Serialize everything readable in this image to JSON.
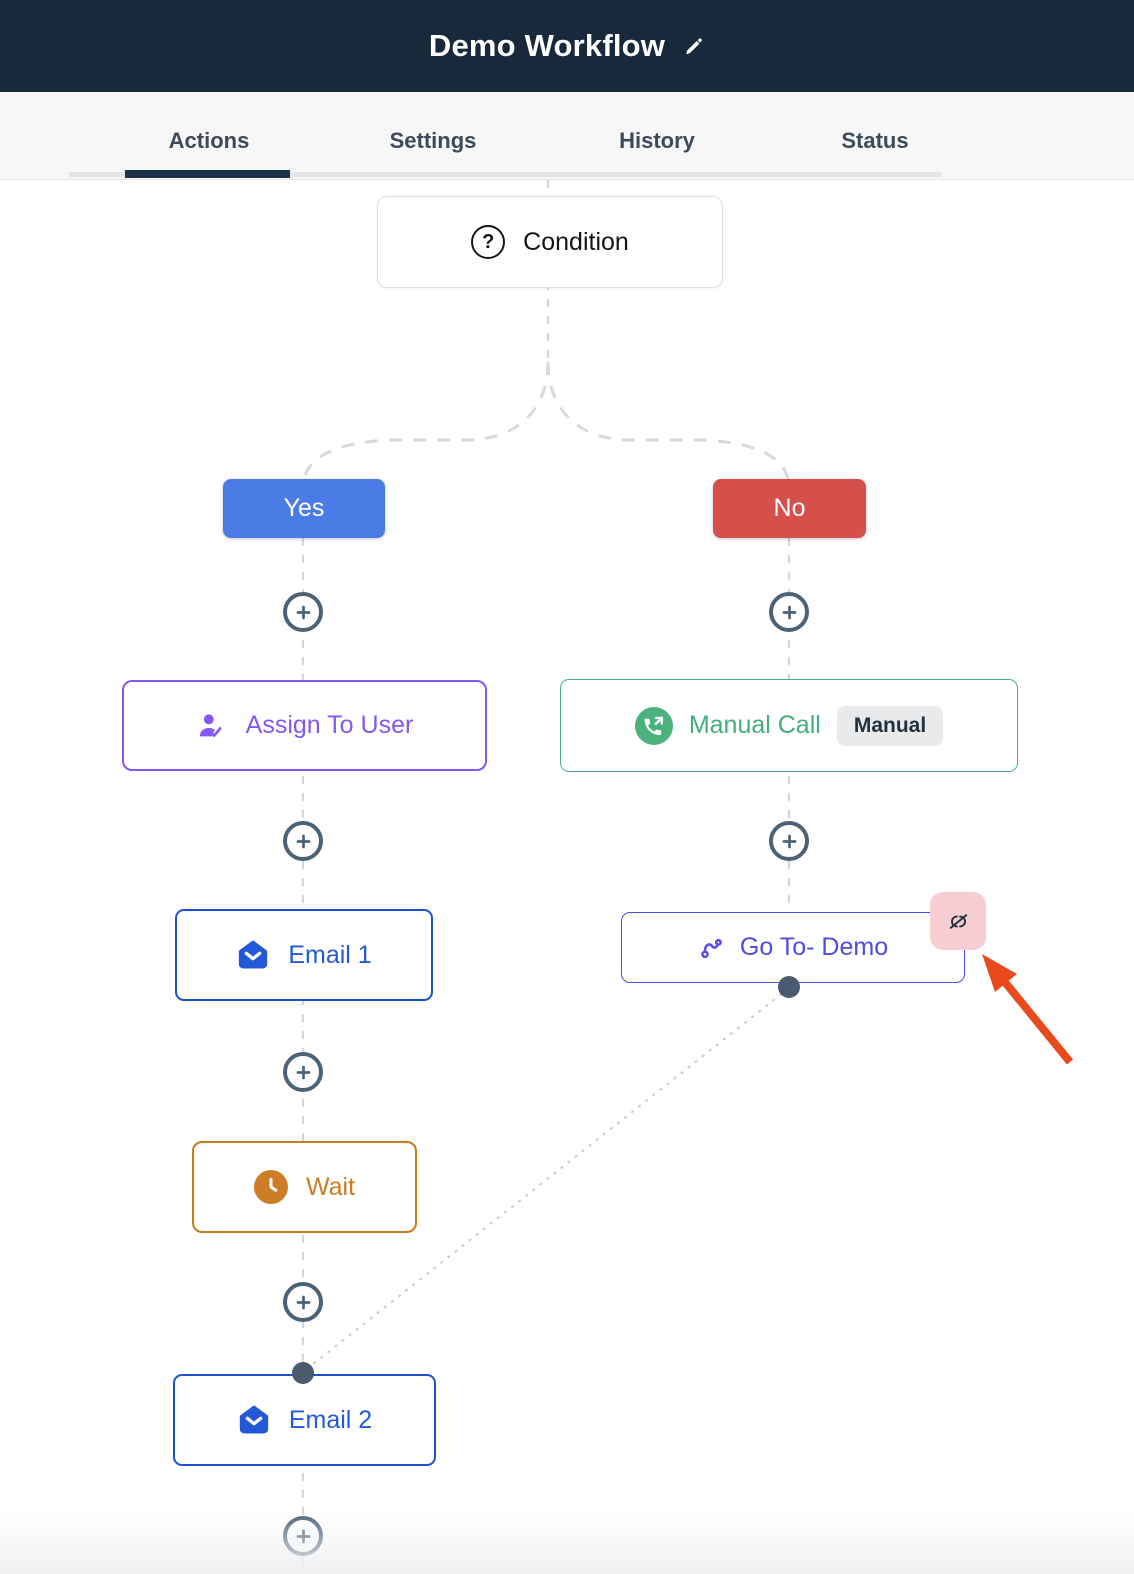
{
  "header": {
    "title": "Demo Workflow"
  },
  "tabs": {
    "actions": {
      "label": "Actions",
      "active": true
    },
    "settings": {
      "label": "Settings",
      "active": false
    },
    "history": {
      "label": "History",
      "active": false
    },
    "status": {
      "label": "Status",
      "active": false
    }
  },
  "canvas": {
    "condition": {
      "label": "Condition",
      "icon_glyph": "?"
    },
    "yes_branch": {
      "label": "Yes",
      "color": "#4b7ce5"
    },
    "no_branch": {
      "label": "No",
      "color": "#d5504a"
    },
    "assign": {
      "label": "Assign To User",
      "color": "#8657f3"
    },
    "manual_call": {
      "label": "Manual Call",
      "badge": "Manual",
      "color": "#44ae7a"
    },
    "email1": {
      "label": "Email 1",
      "color": "#2359d6"
    },
    "goto": {
      "label": "Go To- Demo",
      "color": "#4f4ce2"
    },
    "wait": {
      "label": "Wait",
      "color": "#cd7b21"
    },
    "email2": {
      "label": "Email 2",
      "color": "#2359d6"
    }
  },
  "colors": {
    "header_bg": "#17293a",
    "tab_text": "#3d4a5a",
    "active_tab_indicator": "#1c3246",
    "add_button": "#4b6277",
    "connector": "#d3d6da",
    "connector_dot": "#4a5b6d",
    "unlink_badge_bg": "#f6ced2",
    "annotation_arrow": "#e84a1e"
  }
}
